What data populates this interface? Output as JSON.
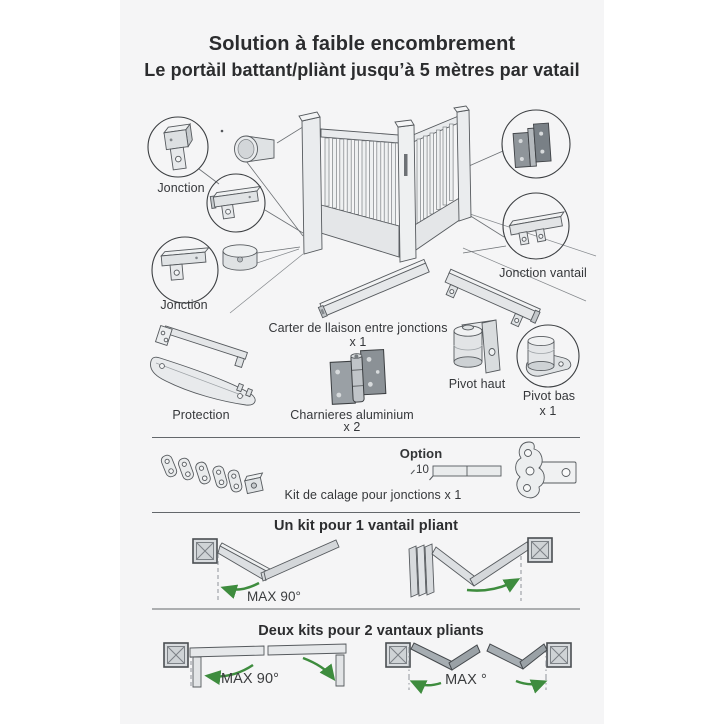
{
  "header": {
    "title": "Solution à faible encombrement",
    "subtitle": "Le portàil battant/pliànt jusqu’à 5 mètres par vatail"
  },
  "parts": {
    "jonction_top": "Jonction",
    "jonction_bottom": "Jonction",
    "jonction_vantail": "Jonction vantail",
    "carter": "Carter de llaison entre jonctions",
    "carter_qty": "x 1",
    "protection": "Protection",
    "charnieres": "Charnieres aluminium",
    "charnieres_qty": "x 2",
    "pivot_haut": "Pivot haut",
    "pivot_bas": "Pivot bas",
    "pivot_bas_qty": "x 1"
  },
  "option": {
    "label": "Option",
    "dimension": "10",
    "kit_label": "Kit de calage pour jonctions x 1"
  },
  "sections": {
    "one_kit": {
      "title": "Un kit pour 1 vantail pliant",
      "max_label": "MAX 90°"
    },
    "two_kits": {
      "title": "Deux kits pour 2 vantaux pliants",
      "max_left": "MAX 90°",
      "max_right": "MAX °"
    }
  },
  "colors": {
    "accent_green": "#3E8C3E",
    "panel_bg": "#f5f5f6",
    "text_dark": "#2b2c2e"
  }
}
